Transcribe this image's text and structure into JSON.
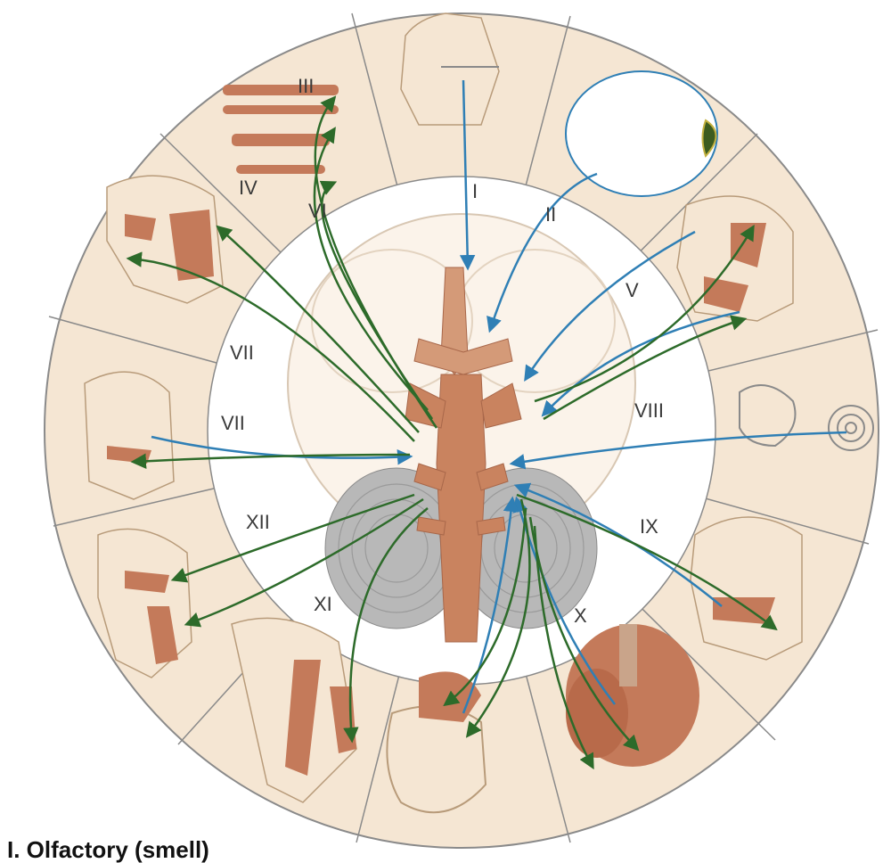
{
  "numerals": {
    "i": "I",
    "ii": "II",
    "iii": "III",
    "iv": "IV",
    "v": "V",
    "vi": "VI",
    "vii_upper": "VII",
    "vii_lower": "VII",
    "viii": "VIII",
    "ix": "IX",
    "x": "X",
    "xi": "XI",
    "xii": "XII"
  },
  "caption": "I. Olfactory (smell)",
  "colors": {
    "skin": "#f5e6d3",
    "organ": "#c47a5a",
    "sensory_nerve": "#2f7fb5",
    "motor_nerve": "#2d6b2a",
    "outline": "#8a8a8a"
  }
}
